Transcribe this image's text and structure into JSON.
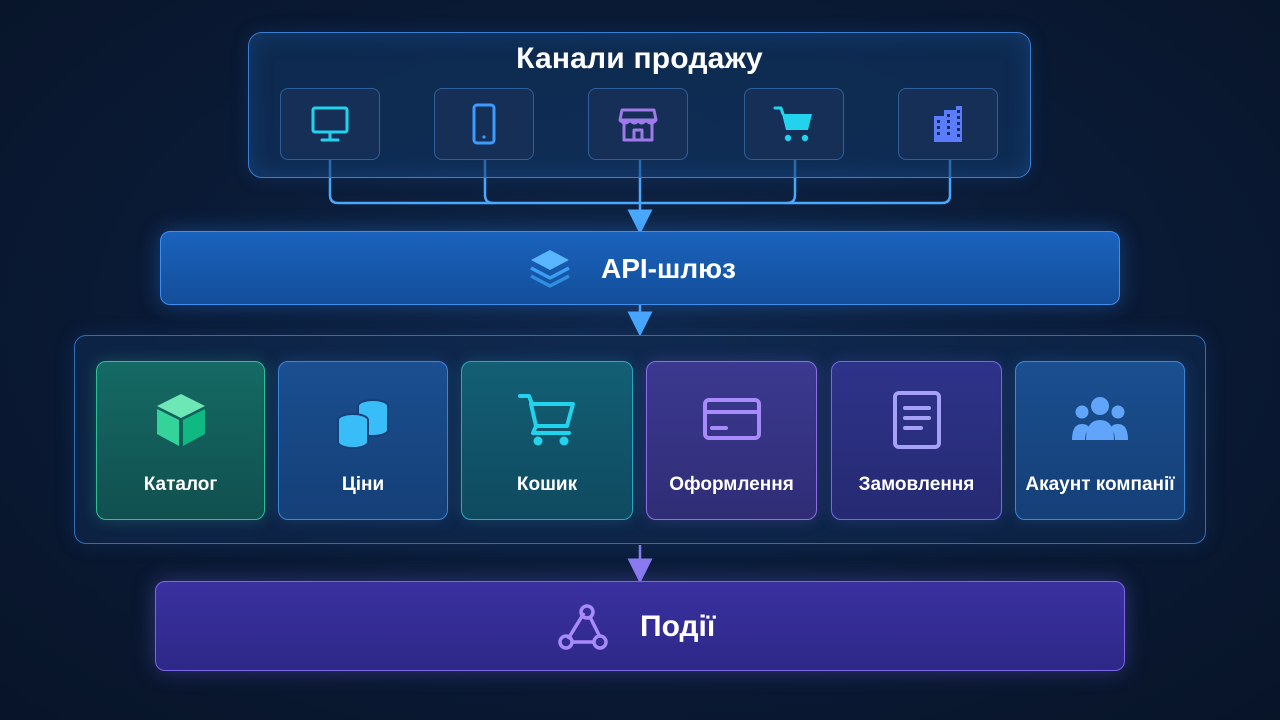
{
  "channels": {
    "title": "Канали продажу",
    "items": [
      {
        "icon": "monitor-icon",
        "color": "#22d3ee"
      },
      {
        "icon": "smartphone-icon",
        "color": "#3b9cff"
      },
      {
        "icon": "storefront-icon",
        "color": "#9f7aea"
      },
      {
        "icon": "shopping-cart-icon",
        "color": "#22d3ee"
      },
      {
        "icon": "office-building-icon",
        "color": "#5b7cff"
      }
    ]
  },
  "gateway": {
    "label": "API-шлюз",
    "icon": "layers-stack-icon",
    "color": "#3aa0f5"
  },
  "services": [
    {
      "label": "Каталог",
      "icon": "cube-icon",
      "color": "#34d399"
    },
    {
      "label": "Ціни",
      "icon": "coin-stack-icon",
      "color": "#38bdf8"
    },
    {
      "label": "Кошик",
      "icon": "shopping-cart-icon",
      "color": "#22d3ee"
    },
    {
      "label": "Оформлення",
      "icon": "credit-card-icon",
      "color": "#a78bfa"
    },
    {
      "label": "Замовлення",
      "icon": "document-icon",
      "color": "#a5a1f8"
    },
    {
      "label": "Акаунт компанії",
      "icon": "users-group-icon",
      "color": "#60a5fa"
    }
  ],
  "events": {
    "label": "Події",
    "icon": "share-nodes-icon",
    "color": "#a78bfa"
  },
  "colors": {
    "background": "#0a1a35",
    "connector_top": "#4aa8ff",
    "connector_bottom": "#8b7cf0"
  }
}
